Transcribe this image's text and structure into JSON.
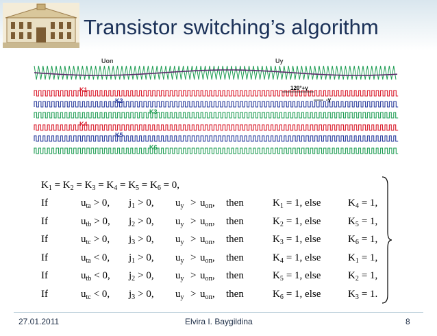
{
  "slide": {
    "title": "Transistor switching’s algorithm",
    "footer_date": "27.01.2011",
    "footer_author": "Elvira I. Baygildina",
    "page_number": "8"
  },
  "diagram": {
    "labels": {
      "u_on": "Uоп",
      "u_y": "Uy",
      "k1": "K1",
      "k2": "K2",
      "k3": "K3",
      "k4": "K4",
      "k5": "K5",
      "k6": "K6",
      "phase_a": "120°+γ",
      "phase_b": "-γ"
    },
    "colors": {
      "red": "#d91b2b",
      "blue": "#2a3c9c",
      "green": "#1f9d54",
      "grid": "#9fcfb6"
    }
  },
  "equations": {
    "first_line": [
      "K",
      "1",
      "= K",
      "2",
      "= K",
      "3",
      "= K",
      "4",
      "= K",
      "5",
      "= K",
      "6",
      "= 0,"
    ],
    "rows": [
      {
        "if": "If",
        "u": "u",
        "u_sub": "ta",
        "u_rel": "> 0,",
        "j": "j",
        "j_sub": "1",
        "j_rel": "> 0,",
        "uy": "u",
        "uy_sub": "y",
        "gt": ">",
        "uon": "u",
        "uon_sub": "оп",
        "comma": ",",
        "then": "then",
        "k": "K",
        "k_sub": "1",
        "k_val": "= 1, else",
        "k2": "K",
        "k2_sub": "4",
        "k2_val": "= 1,"
      },
      {
        "if": "If",
        "u": "u",
        "u_sub": "tb",
        "u_rel": "> 0,",
        "j": "j",
        "j_sub": "2",
        "j_rel": "> 0,",
        "uy": "u",
        "uy_sub": "y",
        "gt": ">",
        "uon": "u",
        "uon_sub": "оп",
        "comma": ",",
        "then": "then",
        "k": "K",
        "k_sub": "2",
        "k_val": "= 1, else",
        "k2": "K",
        "k2_sub": "5",
        "k2_val": "= 1,"
      },
      {
        "if": "If",
        "u": "u",
        "u_sub": "tc",
        "u_rel": "> 0,",
        "j": "j",
        "j_sub": "3",
        "j_rel": "> 0,",
        "uy": "u",
        "uy_sub": "y",
        "gt": ">",
        "uon": "u",
        "uon_sub": "оп",
        "comma": ",",
        "then": "then",
        "k": "K",
        "k_sub": "3",
        "k_val": "= 1, else",
        "k2": "K",
        "k2_sub": "6",
        "k2_val": "= 1,"
      },
      {
        "if": "If",
        "u": "u",
        "u_sub": "ta",
        "u_rel": "< 0,",
        "j": "j",
        "j_sub": "1",
        "j_rel": "> 0,",
        "uy": "u",
        "uy_sub": "y",
        "gt": ">",
        "uon": "u",
        "uon_sub": "оп",
        "comma": ",",
        "then": "then",
        "k": "K",
        "k_sub": "4",
        "k_val": "= 1, else",
        "k2": "K",
        "k2_sub": "1",
        "k2_val": "= 1,"
      },
      {
        "if": "If",
        "u": "u",
        "u_sub": "tb",
        "u_rel": "< 0,",
        "j": "j",
        "j_sub": "2",
        "j_rel": "> 0,",
        "uy": "u",
        "uy_sub": "y",
        "gt": ">",
        "uon": "u",
        "uon_sub": "оп",
        "comma": ",",
        "then": "then",
        "k": "K",
        "k_sub": "5",
        "k_val": "= 1,  else",
        "k2": "K",
        "k2_sub": "2",
        "k2_val": "= 1,"
      },
      {
        "if": "If",
        "u": "u",
        "u_sub": "tc",
        "u_rel": "< 0,",
        "j": "j",
        "j_sub": "3",
        "j_rel": "> 0,",
        "uy": "u",
        "uy_sub": "y",
        "gt": ">",
        "uon": "u",
        "uon_sub": "оп",
        "comma": ",",
        "then": "then",
        "k": "K",
        "k_sub": "6",
        "k_val": "= 1, else",
        "k2": "K",
        "k2_sub": "3",
        "k2_val": "= 1."
      }
    ]
  }
}
